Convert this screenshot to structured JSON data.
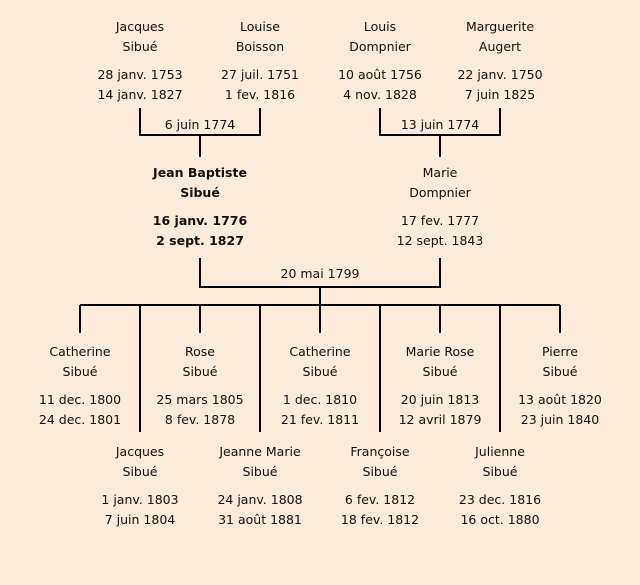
{
  "grandparents": [
    {
      "first": "Jacques",
      "last": "Sibué",
      "birth": "28 janv. 1753",
      "death": "14 janv. 1827"
    },
    {
      "first": "Louise",
      "last": "Boisson",
      "birth": "27 juil. 1751",
      "death": "1 fev. 1816"
    },
    {
      "first": "Louis",
      "last": "Dompnier",
      "birth": "10 août 1756",
      "death": "4 nov. 1828"
    },
    {
      "first": "Marguerite",
      "last": "Augert",
      "birth": "22 janv. 1750",
      "death": "7 juin 1825"
    }
  ],
  "grandparent_marriages": [
    "6 juin 1774",
    "13 juin 1774"
  ],
  "parents": [
    {
      "first": "Jean Baptiste",
      "last": "Sibué",
      "birth": "16 janv. 1776",
      "death": "2 sept. 1827"
    },
    {
      "first": "Marie",
      "last": "Dompnier",
      "birth": "17 fev. 1777",
      "death": "12 sept. 1843"
    }
  ],
  "parent_marriage": "20 mai 1799",
  "children": [
    {
      "first": "Catherine",
      "last": "Sibué",
      "birth": "11 dec. 1800",
      "death": "24 dec. 1801"
    },
    {
      "first": "Jacques",
      "last": "Sibué",
      "birth": "1 janv. 1803",
      "death": "7 juin 1804"
    },
    {
      "first": "Rose",
      "last": "Sibué",
      "birth": "25 mars 1805",
      "death": "8 fev. 1878"
    },
    {
      "first": "Jeanne Marie",
      "last": "Sibué",
      "birth": "24 janv. 1808",
      "death": "31 août 1881"
    },
    {
      "first": "Catherine",
      "last": "Sibué",
      "birth": "1 dec. 1810",
      "death": "21 fev. 1811"
    },
    {
      "first": "Françoise",
      "last": "Sibué",
      "birth": "6 fev. 1812",
      "death": "18 fev. 1812"
    },
    {
      "first": "Marie Rose",
      "last": "Sibué",
      "birth": "20 juin 1813",
      "death": "12 avril 1879"
    },
    {
      "first": "Julienne",
      "last": "Sibué",
      "birth": "23 dec. 1816",
      "death": "16 oct. 1880"
    },
    {
      "first": "Pierre",
      "last": "Sibué",
      "birth": "13 août 1820",
      "death": "23 juin 1840"
    }
  ]
}
